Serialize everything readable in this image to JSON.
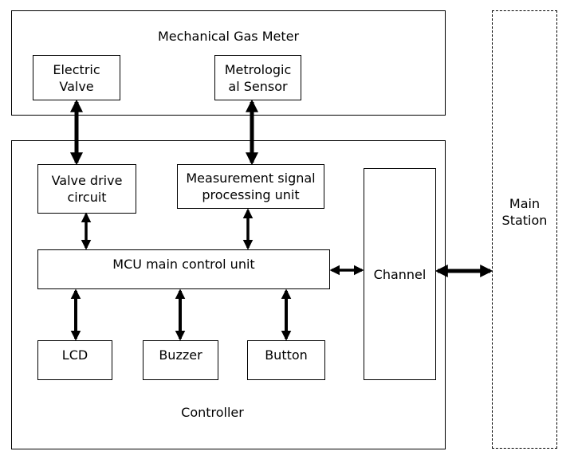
{
  "meter": {
    "title": "Mechanical Gas Meter",
    "electric_valve": "Electric\nValve",
    "metrological_sensor": "Metrologic\nal Sensor"
  },
  "controller": {
    "title": "Controller",
    "valve_drive": "Valve drive\ncircuit",
    "measurement_unit": "Measurement signal\nprocessing unit",
    "mcu": "MCU main control unit",
    "lcd": "LCD",
    "buzzer": "Buzzer",
    "button": "Button",
    "channel": "Channel"
  },
  "main_station": "Main\nStation"
}
